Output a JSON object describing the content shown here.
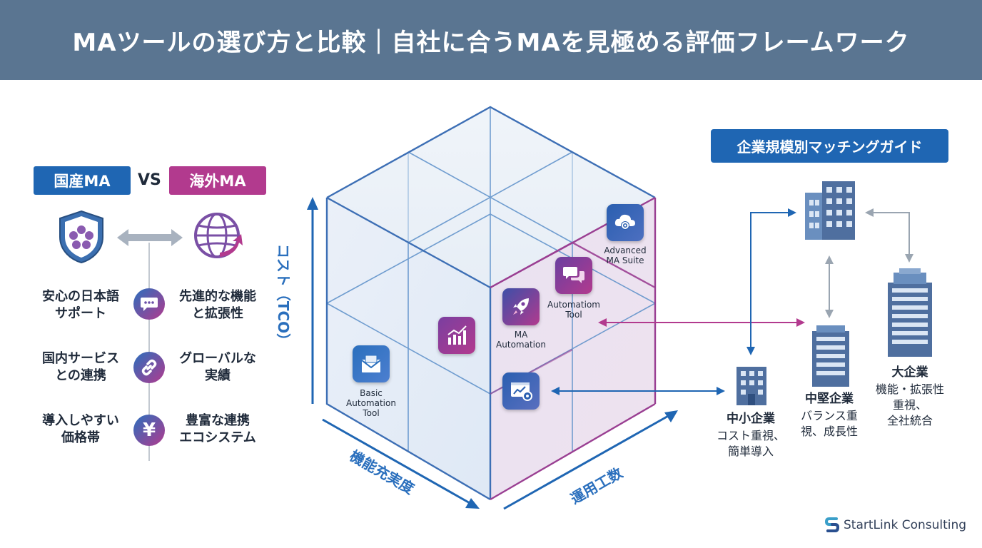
{
  "title": "MAツールの選び方と比較｜自社に合うMAを見極める評価フレームワーク",
  "comparison": {
    "domestic_label": "国産MA",
    "vs_label": "VS",
    "overseas_label": "海外MA",
    "rows": [
      {
        "left": [
          "安心の日本語",
          "サポート"
        ],
        "icon": "chat-icon",
        "right": [
          "先進的な機能",
          "と拡張性"
        ]
      },
      {
        "left": [
          "国内サービス",
          "との連携"
        ],
        "icon": "link-icon",
        "right": [
          "グローバルな",
          "実績"
        ]
      },
      {
        "left": [
          "導入しやすい",
          "価格帯"
        ],
        "icon": "yen-icon",
        "symbol": "¥",
        "right": [
          "豊富な連携",
          "エコシステム"
        ]
      }
    ],
    "colors": {
      "domestic": "#1f66b3",
      "overseas": "#b23a8e"
    }
  },
  "cube": {
    "axis_cost": "コスト（TCO）",
    "axis_features": "機能充実度",
    "axis_operations": "運用工数",
    "tools": [
      {
        "id": "basic",
        "label": [
          "Basic",
          "Automation",
          "Tool"
        ],
        "icon": "envelope-icon"
      },
      {
        "id": "chart",
        "label": [],
        "icon": "bar-chart-icon"
      },
      {
        "id": "ma",
        "label": [
          "MA",
          "Automation"
        ],
        "icon": "rocket-icon"
      },
      {
        "id": "automation",
        "label": [
          "Automatiom",
          "Tool"
        ],
        "icon": "chat-bubbles-icon"
      },
      {
        "id": "advanced",
        "label": [
          "Advanced",
          "MA Suite"
        ],
        "icon": "cloud-gear-icon"
      },
      {
        "id": "analytics",
        "label": [],
        "icon": "analytics-gear-icon"
      }
    ]
  },
  "guide": {
    "title": "企業規模別マッチングガイド",
    "companies": [
      {
        "title": "中小企業",
        "desc": [
          "コスト重視、",
          "簡単導入"
        ]
      },
      {
        "title": "中堅企業",
        "desc": [
          "バランス重",
          "視、成長性"
        ]
      },
      {
        "title": "大企業",
        "desc": [
          "機能・拡張性",
          "重視、",
          "全社統合"
        ]
      }
    ]
  },
  "brand": "StartLink Consulting"
}
